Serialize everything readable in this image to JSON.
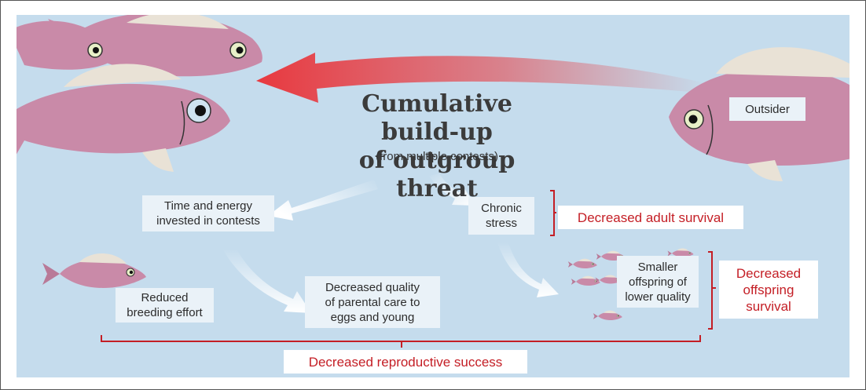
{
  "title": "Cumulative build-up\nof outgroup threat",
  "subtitle": "(from multiple contests)",
  "outsider_label": "Outsider",
  "boxes": {
    "time_energy": "Time and energy\ninvested in contests",
    "chronic_stress": "Chronic\nstress",
    "reduced_breeding": "Reduced\nbreeding effort",
    "parental_care": "Decreased quality\nof parental care to\neggs and young",
    "smaller_offspring": "Smaller\noffspring of\nlower quality"
  },
  "outcomes": {
    "adult_survival": "Decreased adult survival",
    "offspring_survival": "Decreased\noffspring\nsurvival",
    "reproductive_success": "Decreased reproductive success"
  },
  "colors": {
    "background": "#c5dced",
    "accent_red": "#c41e25",
    "arrow_red": "#e8393f",
    "fish_body": "#c98aa8"
  },
  "icons": [
    "group-fish-icon",
    "outsider-fish-icon",
    "breeding-fish-icon",
    "offspring-fish-icon"
  ]
}
